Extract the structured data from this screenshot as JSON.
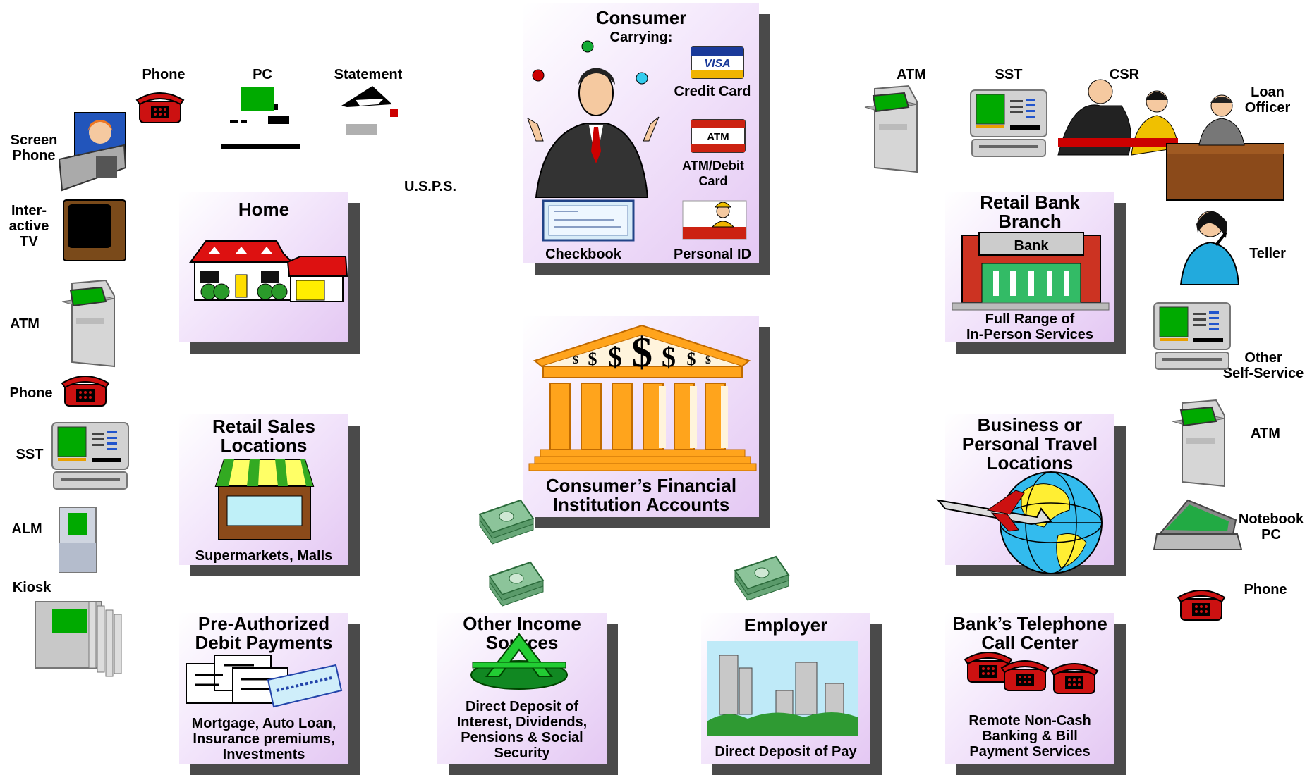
{
  "consumer": {
    "title": "Consumer",
    "carrying": "Carrying:",
    "credit_card_label": "Credit Card",
    "credit_card_brand": "VISA",
    "atm_card_label": "ATM/Debit\nCard",
    "atm_card_text": "ATM",
    "checkbook_label": "Checkbook",
    "personal_id_label": "Personal ID"
  },
  "home_channels": {
    "phone": "Phone",
    "pc": "PC",
    "statement": "Statement",
    "usps": "U.S.P.S."
  },
  "left_channels": {
    "screen_phone": "Screen\nPhone",
    "interactive_tv": "Inter-\nactive\nTV",
    "atm": "ATM",
    "phone": "Phone",
    "sst": "SST",
    "alm": "ALM",
    "kiosk": "Kiosk"
  },
  "home": {
    "title": "Home"
  },
  "retail_sales": {
    "title": "Retail Sales\nLocations",
    "subtitle": "Supermarkets, Malls"
  },
  "preauth": {
    "title": "Pre-Authorized\nDebit Payments",
    "subtitle": "Mortgage, Auto Loan,\nInsurance premiums,\nInvestments"
  },
  "accounts": {
    "title": "Consumer’s Financial\nInstitution Accounts"
  },
  "other_income": {
    "title": "Other Income\nSources",
    "subtitle": "Direct Deposit of\nInterest, Dividends,\nPensions & Social\nSecurity"
  },
  "employer": {
    "title": "Employer",
    "subtitle": "Direct Deposit of Pay"
  },
  "branch_channels": {
    "atm": "ATM",
    "sst": "SST",
    "csr": "CSR",
    "loan_officer": "Loan\nOfficer"
  },
  "branch": {
    "title": "Retail Bank\nBranch",
    "bank_sign": "Bank",
    "subtitle": "Full Range of\nIn-Person Services"
  },
  "right_channels": {
    "teller": "Teller",
    "other_self_service": "Other\nSelf-Service",
    "atm": "ATM",
    "notebook_pc": "Notebook\nPC",
    "phone": "Phone"
  },
  "travel": {
    "title": "Business or\nPersonal Travel\nLocations"
  },
  "call_center": {
    "title": "Bank’s Telephone\nCall Center",
    "subtitle": "Remote Non-Cash\nBanking & Bill\nPayment Services"
  },
  "colors": {
    "panel_light": "#f3e6fb",
    "panel_dark": "#e4c8f3",
    "shadow": "#4a4a4a",
    "screen_green": "#00aa00",
    "phone_red": "#cc1111",
    "money_green": "#6aa87a",
    "temple_orange": "#ffa41c"
  }
}
